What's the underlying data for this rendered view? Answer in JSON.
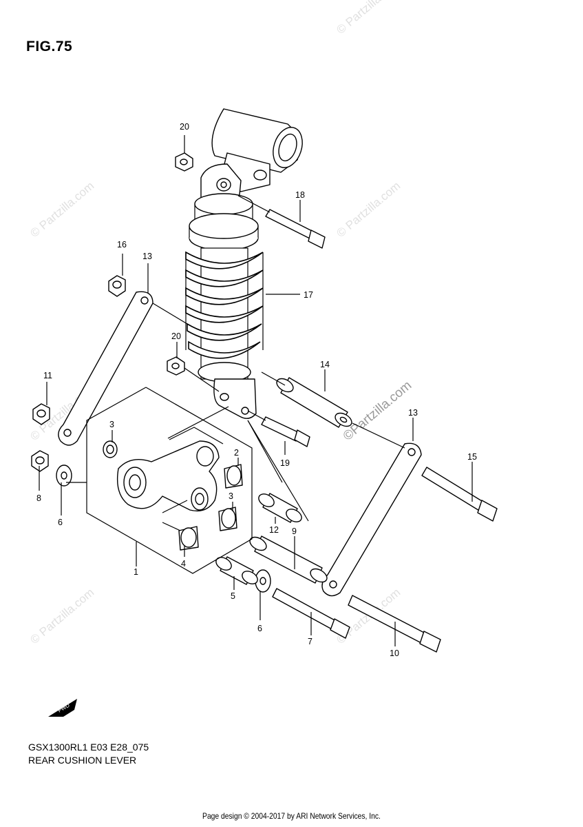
{
  "figure": {
    "label": "FIG.75",
    "model_code": "GSX1300RL1 E03 E28_075",
    "title": "REAR CUSHION LEVER",
    "footer": "Page design © 2004-2017 by ARI Network Services, Inc.",
    "stamp": "©Partzilla.com",
    "watermark": "© Partzilla.com",
    "fwd_badge": "FWD"
  },
  "callouts": [
    "20",
    "18",
    "16",
    "13",
    "17",
    "20",
    "11",
    "14",
    "13",
    "3",
    "2",
    "15",
    "19",
    "8",
    "3",
    "6",
    "12",
    "9",
    "4",
    "1",
    "5",
    "6",
    "7",
    "10"
  ]
}
